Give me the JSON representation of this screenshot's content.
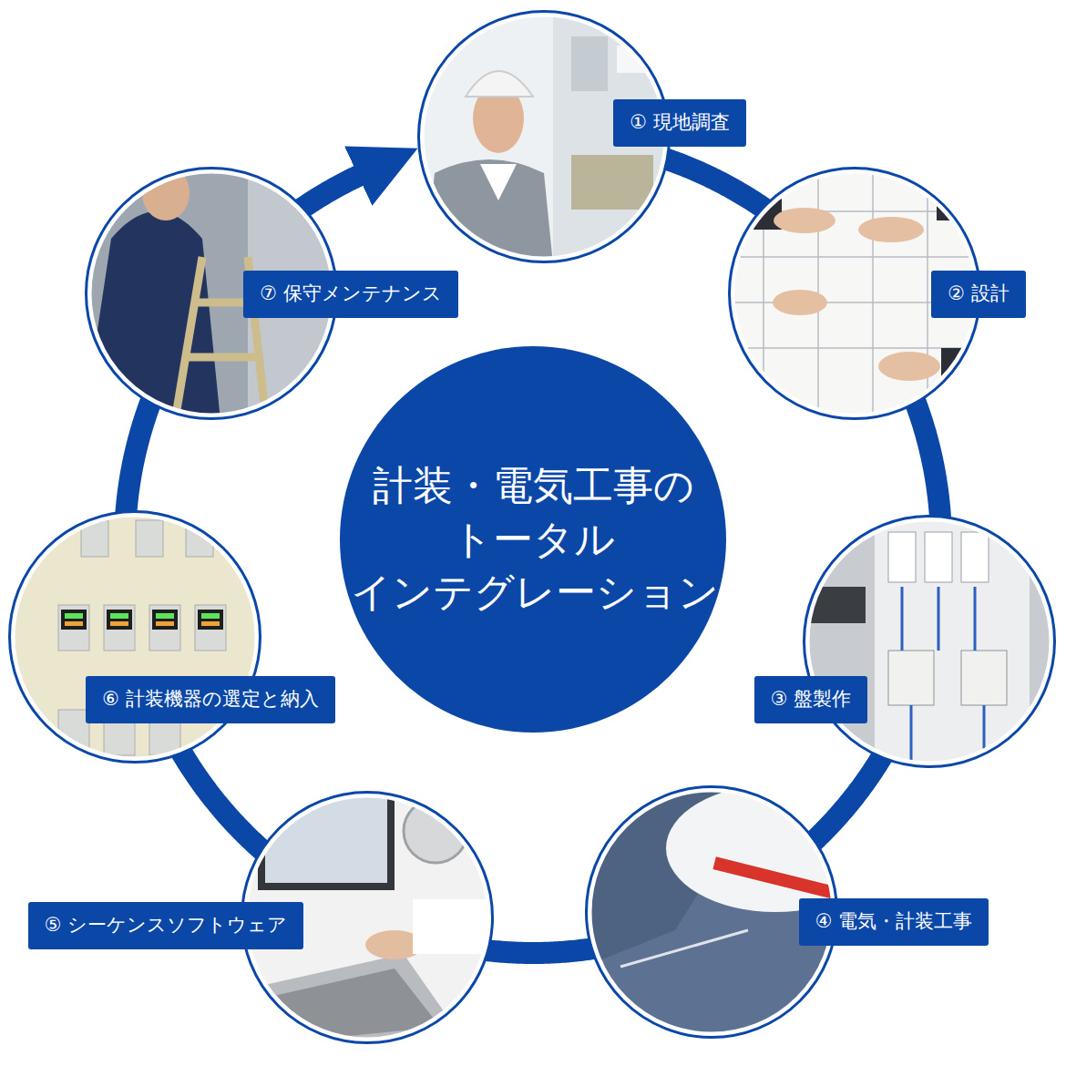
{
  "diagram": {
    "nodes": [
      {
        "text": [
          "計装・電気工事の トータル インテグレーション"
        ]
      },
      {
        "text": [
          "① 現地調査"
        ]
      },
      {
        "text": [
          "② 設計"
        ]
      },
      {
        "text": [
          "③ 盤製作"
        ]
      },
      {
        "text": [
          "④ 電気・計装工事"
        ]
      },
      {
        "text": [
          "⑤ シーケンスソフトウェア"
        ]
      },
      {
        "text": [
          "⑥ 計装機器の選定と納入"
        ]
      },
      {
        "text": [
          "⑦ 保守メンテナンス"
        ]
      }
    ],
    "edges": [
      {
        "from": 1,
        "to": 2,
        "arrow": "none"
      },
      {
        "from": 2,
        "to": 3,
        "arrow": "none"
      },
      {
        "from": 3,
        "to": 4,
        "arrow": "none"
      },
      {
        "from": 4,
        "to": 5,
        "arrow": "none"
      },
      {
        "from": 5,
        "to": 6,
        "arrow": "none"
      },
      {
        "from": 6,
        "to": 7,
        "arrow": "none"
      },
      {
        "from": 7,
        "to": 1,
        "arrow": "to"
      }
    ]
  }
}
